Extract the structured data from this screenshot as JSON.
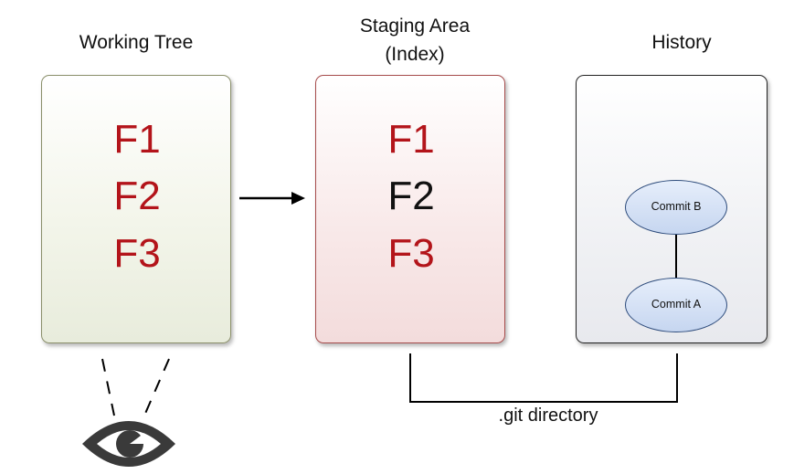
{
  "headings": {
    "working_tree": "Working Tree",
    "staging_line1": "Staging Area",
    "staging_line2": "(Index)",
    "history": "History"
  },
  "working_tree": {
    "files": [
      {
        "label": "F1",
        "color": "#b3141a"
      },
      {
        "label": "F2",
        "color": "#b3141a"
      },
      {
        "label": "F3",
        "color": "#b3141a"
      }
    ]
  },
  "staging_area": {
    "files": [
      {
        "label": "F1",
        "color": "#b3141a"
      },
      {
        "label": "F2",
        "color": "#111111"
      },
      {
        "label": "F3",
        "color": "#b3141a"
      }
    ]
  },
  "history": {
    "commits": [
      {
        "label": "Commit B"
      },
      {
        "label": "Commit A"
      }
    ]
  },
  "git_directory_label": ".git directory",
  "icons": {
    "arrow": "right-arrow-icon",
    "eye": "eye-icon"
  },
  "colors": {
    "accent_red": "#b3141a",
    "commit_fill": "#c6d6f0",
    "commit_border": "#2e4c7c"
  }
}
